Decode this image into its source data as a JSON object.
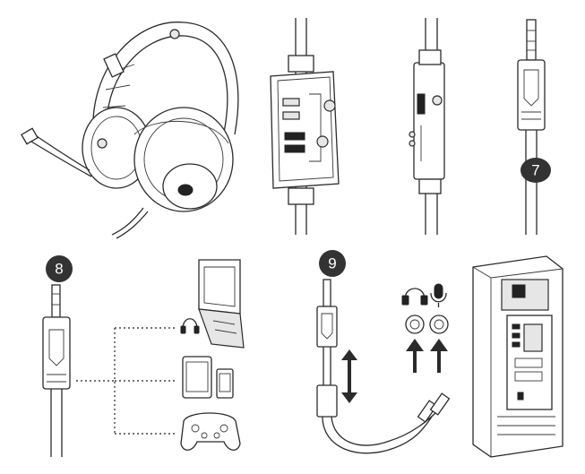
{
  "badges": {
    "seven": "7",
    "eight": "8",
    "nine": "9"
  },
  "colors": {
    "ink": "#2b2b2b",
    "badge": "#333333"
  },
  "icons": {
    "headphone": "headphone-icon",
    "microphone": "microphone-icon",
    "up_arrow": "up-arrow-icon",
    "double_arrow": "vertical-double-arrow-icon"
  }
}
